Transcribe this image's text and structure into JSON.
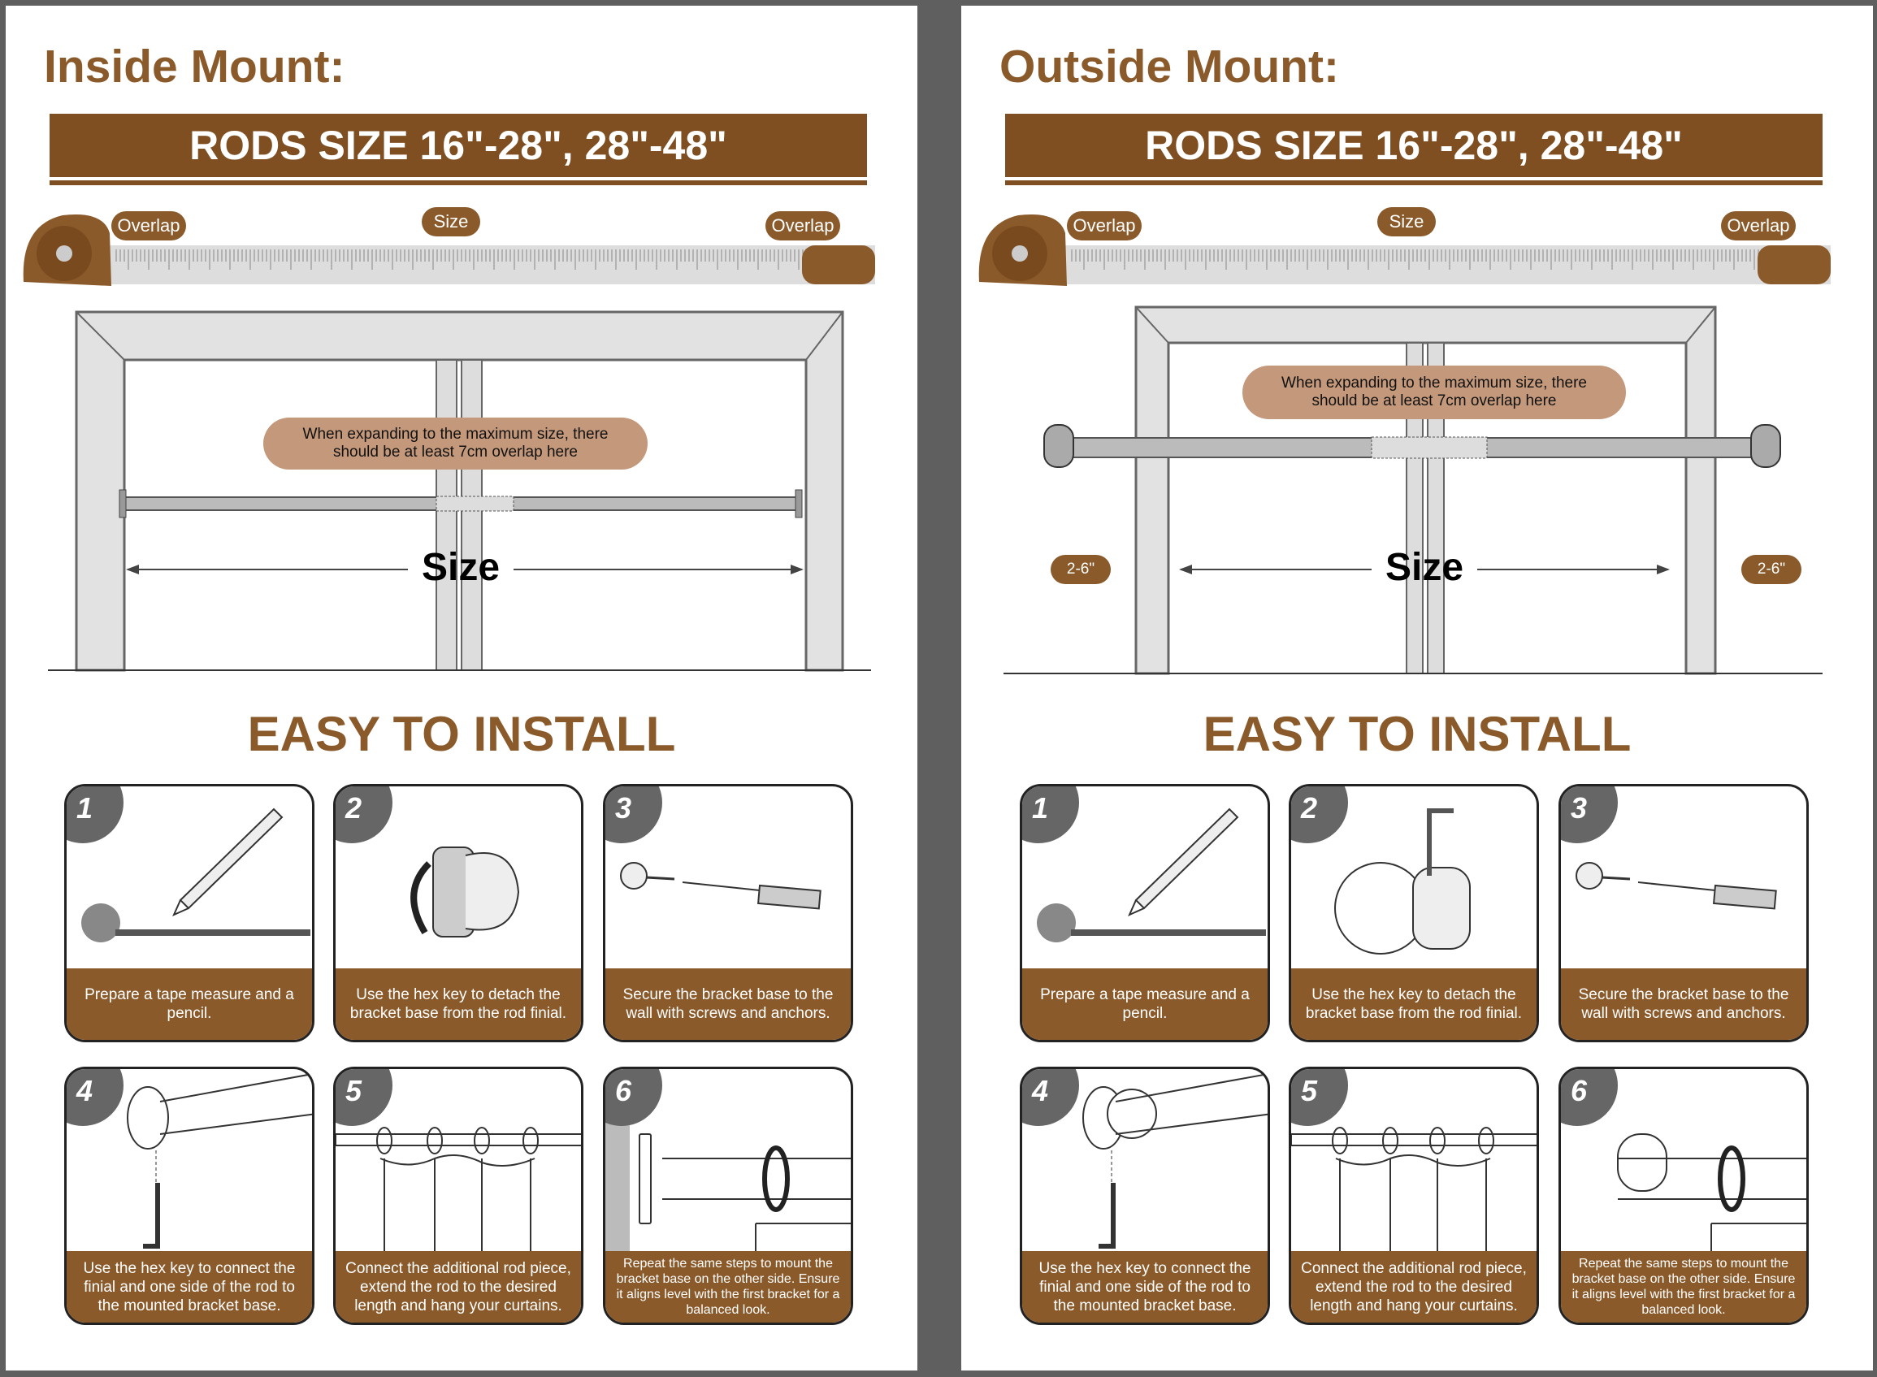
{
  "panels": [
    {
      "title": "Inside Mount:",
      "banner": "RODS SIZE 16\"-28\", 28\"-48\"",
      "tape_labels": {
        "left": "Overlap",
        "center": "Size",
        "right": "Overlap"
      },
      "note": [
        "When expanding to the maximum size, there",
        "should be at least 7cm overlap here"
      ],
      "size_label": "Size",
      "heading": "EASY TO INSTALL",
      "steps": [
        {
          "number": "1",
          "caption": "Prepare a tape measure and a pencil."
        },
        {
          "number": "2",
          "caption": "Use the hex key to detach the bracket base from the rod finial."
        },
        {
          "number": "3",
          "caption": "Secure the bracket base to the wall with screws and anchors."
        },
        {
          "number": "4",
          "caption": "Use the hex key to connect the finial and one side of the rod to the mounted bracket base."
        },
        {
          "number": "5",
          "caption": "Connect the additional rod piece, extend the rod to the desired length and hang your curtains."
        },
        {
          "number": "6",
          "caption": "Repeat the same steps to mount the bracket base on the other side. Ensure it aligns level with the first bracket for a balanced look."
        }
      ]
    },
    {
      "title": "Outside Mount:",
      "banner": "RODS SIZE 16\"-28\", 28\"-48\"",
      "tape_labels": {
        "left": "Overlap",
        "center": "Size",
        "right": "Overlap"
      },
      "note": [
        "When expanding to the maximum size, there",
        "should be at least 7cm overlap here"
      ],
      "size_label": "Size",
      "side_labels": [
        "2-6\"",
        "2-6\""
      ],
      "heading": "EASY TO INSTALL",
      "steps": [
        {
          "number": "1",
          "caption": "Prepare a tape measure and a pencil."
        },
        {
          "number": "2",
          "caption": "Use the hex key to detach the bracket base from the rod finial."
        },
        {
          "number": "3",
          "caption": "Secure the bracket base to the wall with screws and anchors."
        },
        {
          "number": "4",
          "caption": "Use the hex key to connect the finial and one side of the rod to the mounted bracket base."
        },
        {
          "number": "5",
          "caption": "Connect the additional rod piece, extend the rod to the desired length and hang your curtains."
        },
        {
          "number": "6",
          "caption": "Repeat the same steps to mount the bracket base on the other side. Ensure it aligns level with the first bracket for a balanced look."
        }
      ]
    }
  ],
  "colors": {
    "brown": "#7f4f22",
    "caption": "#8b5a2b",
    "title": "#8a5a2b",
    "bubble": "#c4987a",
    "background": "#5f5f5f"
  }
}
